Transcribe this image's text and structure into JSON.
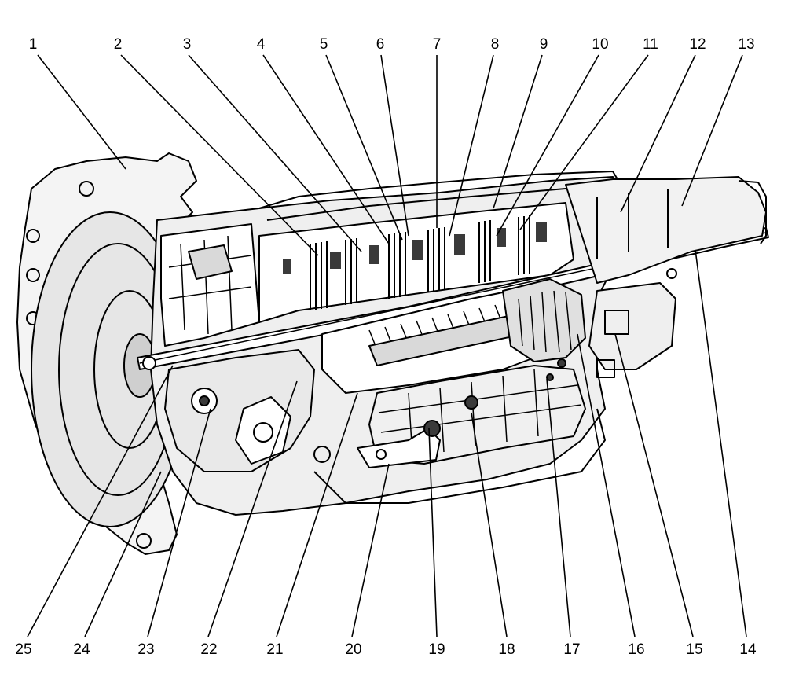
{
  "diagram": {
    "top_labels": [
      "1",
      "2",
      "3",
      "4",
      "5",
      "6",
      "7",
      "8",
      "9",
      "10",
      "11",
      "12",
      "13"
    ],
    "bottom_labels": [
      "25",
      "24",
      "23",
      "22",
      "21",
      "20",
      "19",
      "18",
      "17",
      "16",
      "15",
      "14"
    ]
  },
  "colors": {
    "line": "#000000",
    "background": "#ffffff",
    "shade": "#d9d9d9",
    "dark": "#3a3a3a"
  }
}
